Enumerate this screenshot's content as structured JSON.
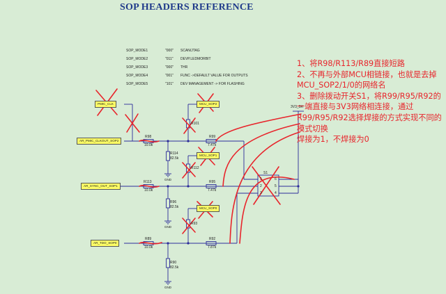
{
  "title": "SOP HEADERS REFERENCE",
  "sop_modes": [
    {
      "name": "SOP_MODE1",
      "code": "\"000\"",
      "desc": "SCAN/JTAG"
    },
    {
      "name": "SOP_MODE2",
      "code": "\"011\"",
      "desc": "DEVP.LEDMORBIT"
    },
    {
      "name": "SOP_MODE3",
      "code": "\"000\"",
      "desc": "THR"
    },
    {
      "name": "SOP_MODE4",
      "code": "\"001\"",
      "desc": "FUNC ->DEFAULT VALUE FOR OUTPUTS"
    },
    {
      "name": "SOP_MODE5",
      "code": "\"101\"",
      "desc": "DEV MANAGEMENT -> FOR FLASHING"
    }
  ],
  "annotation": {
    "line1": "1、将R98/R113/R89直接短路",
    "line2": "2、不再与外部MCU相链接，也就是去掉MCU_SOP2/1/0的网络名",
    "line3": "3、删除拨动开关S1，将R99/R95/R92的一端直接与3V3网络相连接，通过R99/R95/R92选择焊接的方式实现不同的模式切换",
    "line4": "焊接为1，不焊接为0"
  },
  "nets": {
    "pmic": "PMIC_CLK",
    "mcu2": "MCU_SOP2",
    "mcu1": "MCU_SOP1",
    "mcu0": "MCU_SOP0",
    "ar_pmic": "AR_PMIC_CLKOUT_SOP2",
    "ar_sync": "AR_SYNC_OUT_SOP1",
    "ar_tdo": "AR_TDO_SOP0",
    "vcc": "3V3_BK"
  },
  "components": {
    "r98": {
      "ref": "R98",
      "val": "10.0k"
    },
    "r113": {
      "ref": "R113",
      "val": "10.0k"
    },
    "r89": {
      "ref": "R89",
      "val": "10.0k"
    },
    "r99": {
      "ref": "R99",
      "val": "7.47k"
    },
    "r95": {
      "ref": "R95",
      "val": "7.47k"
    },
    "r92": {
      "ref": "R92",
      "val": "7.87k"
    },
    "r114": {
      "ref": "R114",
      "val": "82.5k"
    },
    "r96": {
      "ref": "R96",
      "val": "82.5k"
    },
    "r90": {
      "ref": "R90",
      "val": "82.5k"
    },
    "r101": {
      "ref": "R101",
      "val": ""
    },
    "r112": {
      "ref": "R112",
      "val": ""
    },
    "r93": {
      "ref": "R93",
      "val": ""
    },
    "s1": {
      "ref": "S1",
      "pins": [
        "1",
        "2",
        "3",
        "4",
        "5",
        "6"
      ]
    }
  },
  "gnd_label": "GND",
  "colors": {
    "background": "#d8ecd5",
    "wire": "#2b2b9a",
    "markup": "#e8242b",
    "title": "#1f3a8a",
    "net_label": "#ffff66"
  }
}
